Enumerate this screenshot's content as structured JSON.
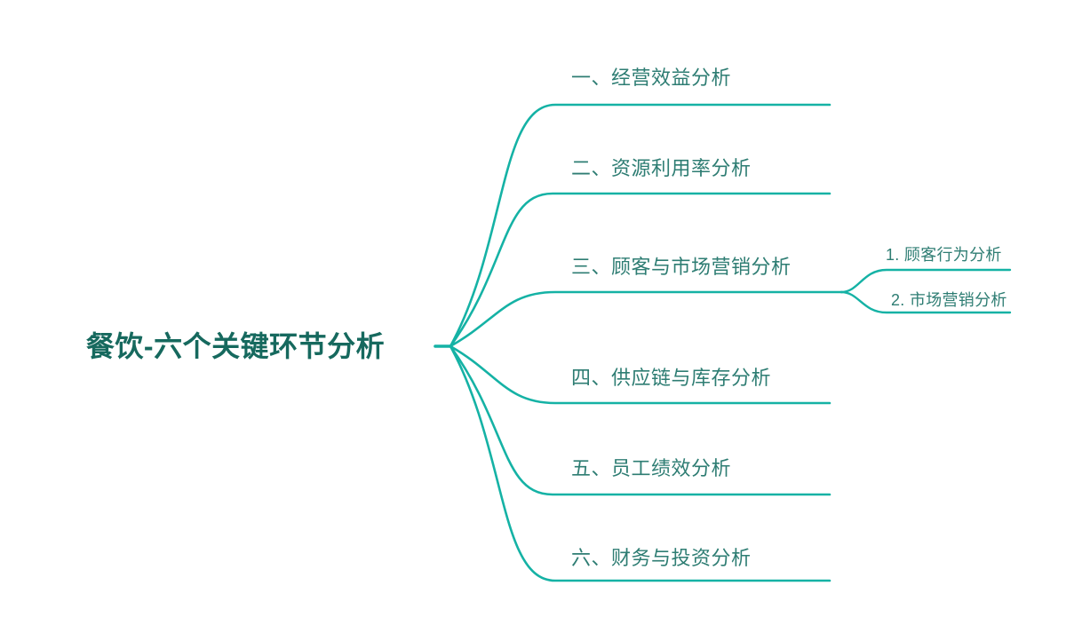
{
  "mindmap": {
    "root": {
      "label": "餐饮-六个关键环节分析"
    },
    "branches": [
      {
        "label": "一、经营效益分析"
      },
      {
        "label": "二、资源利用率分析"
      },
      {
        "label": "三、顾客与市场营销分析",
        "children": [
          {
            "label": "1. 顾客行为分析"
          },
          {
            "label": "2. 市场营销分析"
          }
        ]
      },
      {
        "label": "四、供应链与库存分析"
      },
      {
        "label": "五、员工绩效分析"
      },
      {
        "label": "六、财务与投资分析"
      }
    ],
    "colors": {
      "line": "#15b2a5",
      "branch_text": "#2e7d73",
      "root_text": "#16695e",
      "background": "#ffffff"
    }
  }
}
